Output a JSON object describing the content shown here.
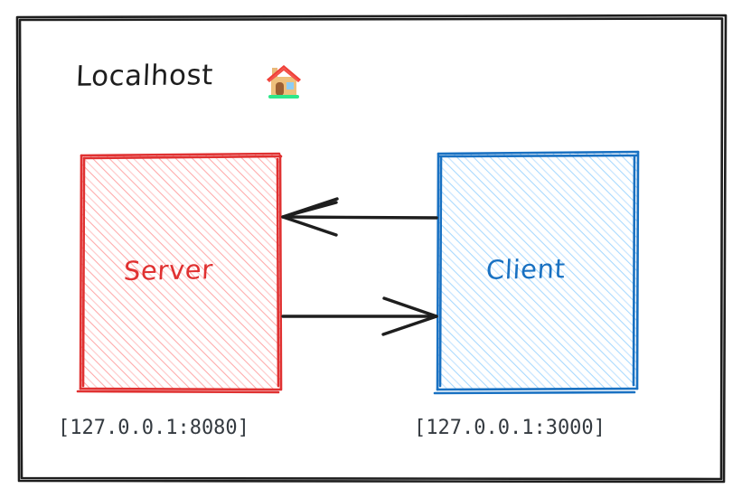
{
  "diagram": {
    "type": "architecture-diagram",
    "style": "hand-drawn-sketch",
    "background_color": "#ffffff",
    "frame": {
      "name": "outer-frame",
      "stroke_color": "#1e1e1e"
    },
    "title": {
      "text": "Localhost",
      "color": "#1e1e1e",
      "emoji": "house-emoji",
      "emoji_char": "🏠"
    },
    "nodes": [
      {
        "id": "server",
        "label": "Server",
        "address": "[127.0.0.1:8080]",
        "stroke_color": "#e03131",
        "fill_color": "#ffa8a8",
        "fill_style": "hachure"
      },
      {
        "id": "client",
        "label": "Client",
        "address": "[127.0.0.1:3000]",
        "stroke_color": "#1971c2",
        "fill_color": "#a5d8ff",
        "fill_style": "hachure"
      }
    ],
    "arrows": [
      {
        "id": "client-to-server",
        "from": "client",
        "to": "server",
        "direction": "left",
        "color": "#1e1e1e"
      },
      {
        "id": "server-to-client",
        "from": "server",
        "to": "client",
        "direction": "right",
        "color": "#1e1e1e"
      }
    ]
  }
}
